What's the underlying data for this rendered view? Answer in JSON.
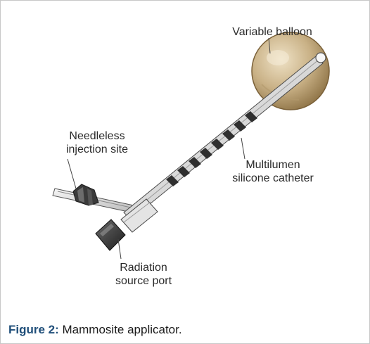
{
  "labels": {
    "balloon": "Variable balloon",
    "needleless_line1": "Needleless",
    "needleless_line2": "injection site",
    "multilumen_line1": "Multilumen",
    "multilumen_line2": "silicone catheter",
    "radiation_line1": "Radiation",
    "radiation_line2": "source port"
  },
  "caption": {
    "label": "Figure 2:",
    "text": " Mammosite applicator."
  },
  "colors": {
    "balloon_fill": "#c9b186",
    "balloon_edge": "#8f7447",
    "catheter_light": "#eeeeee",
    "catheter_dark": "#3a3a3a",
    "caption_label": "#1f4e79"
  }
}
